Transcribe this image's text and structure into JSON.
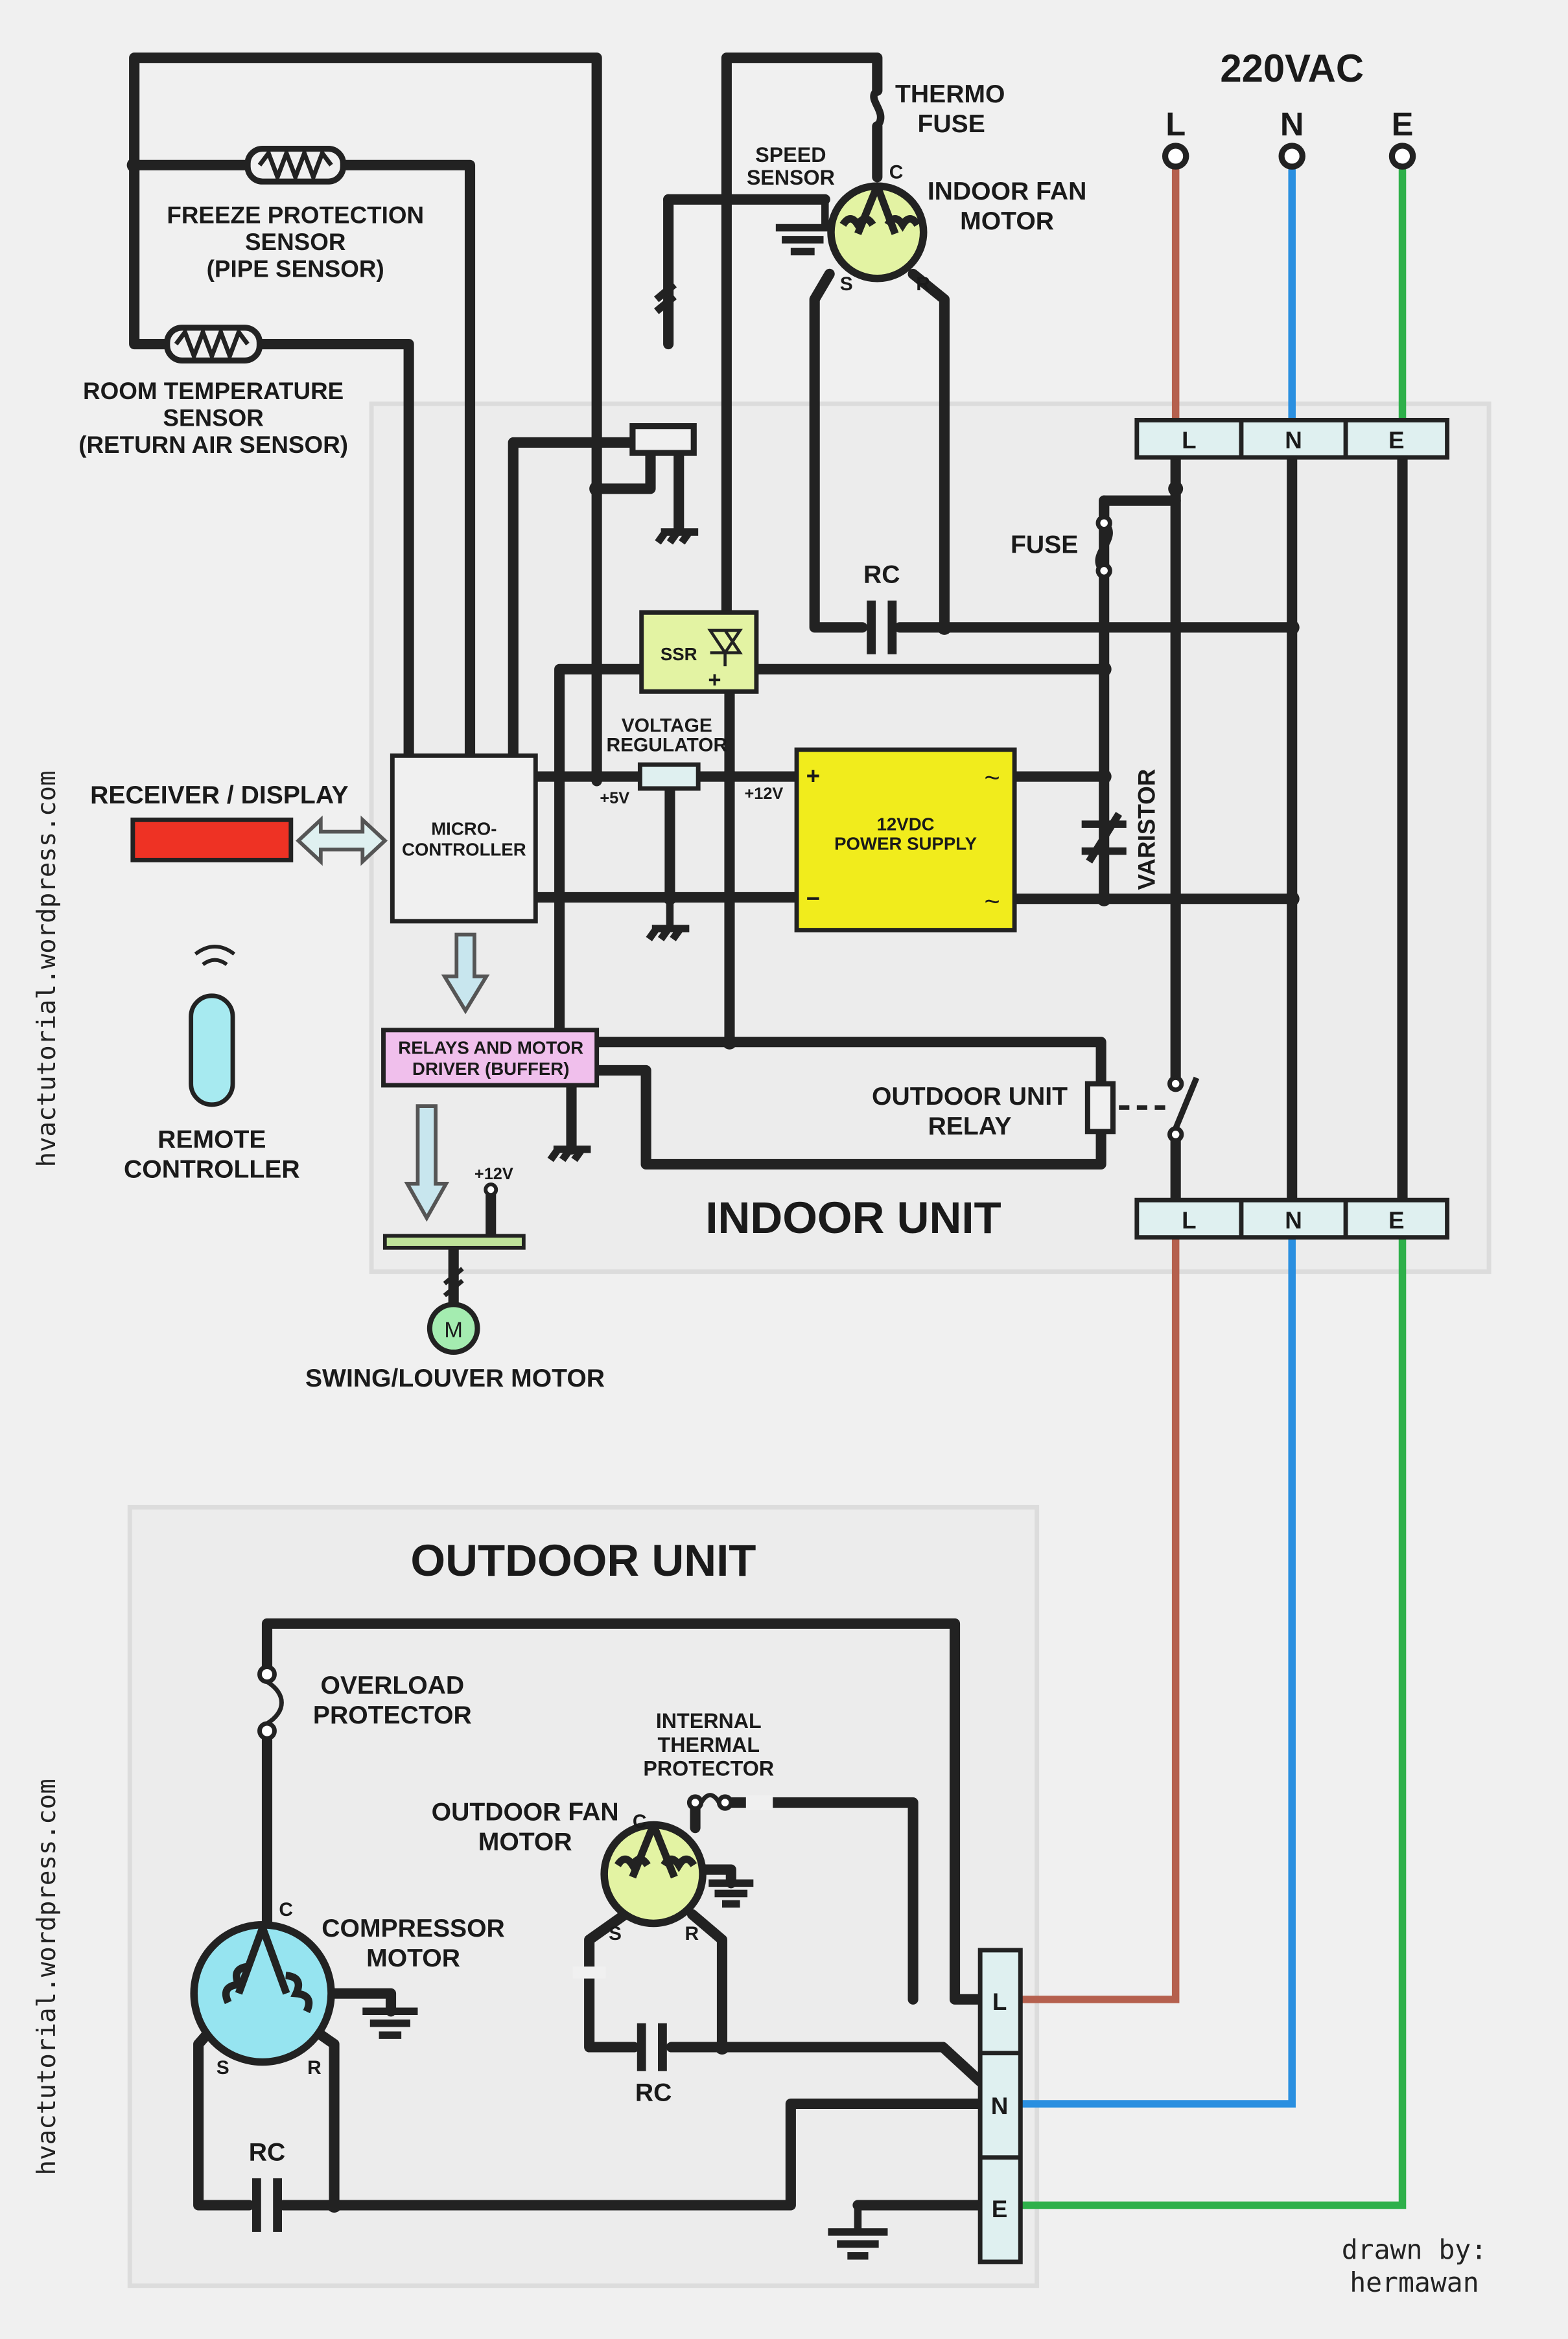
{
  "supply": {
    "title": "220VAC",
    "l": "L",
    "n": "N",
    "e": "E"
  },
  "indoor": {
    "title": "INDOOR UNIT",
    "thermo_fuse": [
      "THERMO",
      "FUSE"
    ],
    "speed_sensor": [
      "SPEED",
      "SENSOR"
    ],
    "fan_motor": [
      "INDOOR FAN",
      "MOTOR"
    ],
    "freeze_sensor": [
      "FREEZE PROTECTION",
      "SENSOR",
      "(PIPE SENSOR)"
    ],
    "room_sensor": [
      "ROOM TEMPERATURE",
      "SENSOR",
      "(RETURN AIR SENSOR)"
    ],
    "fuse": "FUSE",
    "rc": "RC",
    "ssr": "SSR",
    "voltage_regulator": [
      "VOLTAGE",
      "REGULATOR"
    ],
    "plus5v": "+5V",
    "plus12v": "+12V",
    "power_supply": [
      "12VDC",
      "POWER SUPPLY"
    ],
    "varistor": "VARISTOR",
    "receiver_display": "RECEIVER / DISPLAY",
    "micro_controller": [
      "MICRO-",
      "CONTROLLER"
    ],
    "relays_driver": [
      "RELAYS AND MOTOR",
      "DRIVER (BUFFER)"
    ],
    "outdoor_relay": [
      "OUTDOOR UNIT",
      "RELAY"
    ],
    "remote_controller": [
      "REMOTE",
      "CONTROLLER"
    ],
    "swing_motor": "SWING/LOUVER MOTOR",
    "swing_v": "+12V",
    "motor_letter": "M",
    "pins": {
      "c": "C",
      "s": "S",
      "r": "R"
    },
    "term_l": "L",
    "term_n": "N",
    "term_e": "E",
    "plus": "+",
    "minus": "−",
    "tilde": "~"
  },
  "outdoor": {
    "title": "OUTDOOR UNIT",
    "overload": [
      "OVERLOAD",
      "PROTECTOR"
    ],
    "thermal": [
      "INTERNAL",
      "THERMAL",
      "PROTECTOR"
    ],
    "fan_motor": [
      "OUTDOOR FAN",
      "MOTOR"
    ],
    "compressor": [
      "COMPRESSOR",
      "MOTOR"
    ],
    "rc_fan": "RC",
    "rc_comp": "RC",
    "pins": {
      "c": "C",
      "s": "S",
      "r": "R"
    },
    "term_l": "L",
    "term_n": "N",
    "term_e": "E"
  },
  "watermark": "hvactutorial.wordpress.com",
  "credit": [
    "drawn by:",
    "hermawan"
  ],
  "colors": {
    "live": "#b5604e",
    "neutral": "#2a8fe0",
    "earth": "#2eb04a",
    "background": "#f0f0f0"
  }
}
